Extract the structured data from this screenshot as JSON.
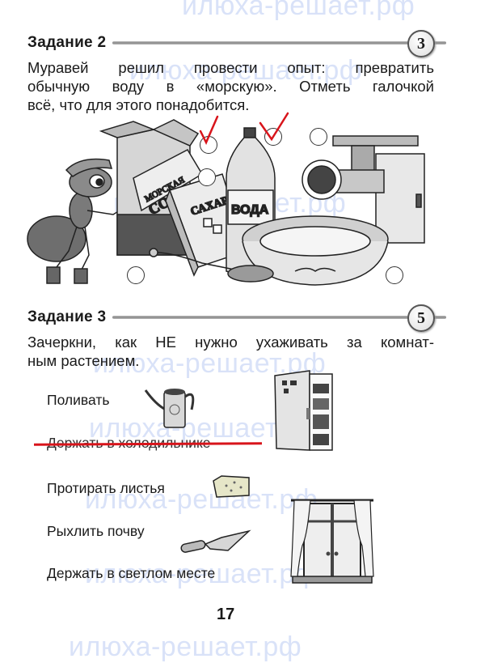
{
  "watermark": "илюха-решает.рф",
  "task2": {
    "title": "Задание 2",
    "score": "3",
    "text_lines": [
      "Муравей решил провести опыт: превратить",
      "обычную воду в «морскую». Отметь галочкой",
      "всё, что для этого понадобится."
    ],
    "items": [
      {
        "name": "Морская соль",
        "box_label_line1": "МОРСКАЯ",
        "box_label_line2": "СОЛЬ",
        "checked": true
      },
      {
        "name": "Сахар",
        "box_label": "САХАР",
        "checked": false
      },
      {
        "name": "Вода",
        "bottle_label": "ВОДА",
        "checked": true
      },
      {
        "name": "Мясорубка",
        "checked": false
      },
      {
        "name": "Ложка",
        "checked": false
      },
      {
        "name": "Миска",
        "checked": false
      }
    ],
    "check_color": "#d8141b"
  },
  "task3": {
    "title": "Задание 3",
    "score": "5",
    "text_lines": [
      "Зачеркни, как НЕ нужно ухаживать за комнат-",
      "ным растением."
    ],
    "options": [
      {
        "label": "Поливать",
        "struck": false,
        "picture": "watering-can"
      },
      {
        "label": "Держать в холодильнике",
        "struck": true,
        "picture": "refrigerator"
      },
      {
        "label": "Протирать листья",
        "struck": false,
        "picture": "sponge"
      },
      {
        "label": "Рыхлить почву",
        "struck": false,
        "picture": "trowel"
      },
      {
        "label": "Держать в светлом месте",
        "struck": false,
        "picture": "window"
      }
    ],
    "strike_color": "#d8141b"
  },
  "page_number": "17"
}
